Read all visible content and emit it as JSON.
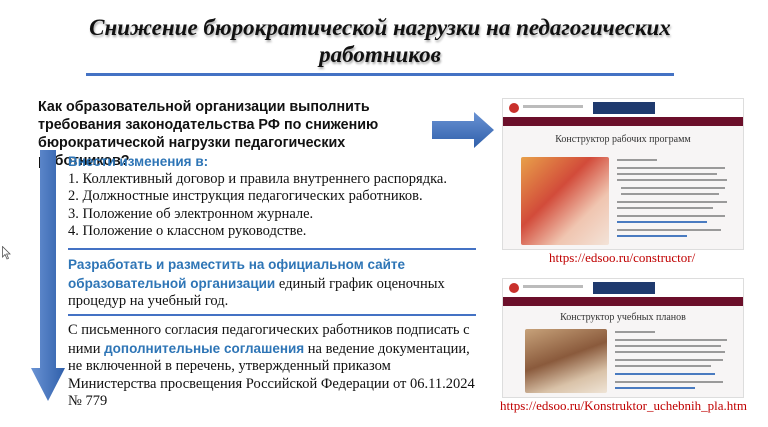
{
  "title": "Снижение бюрократической нагрузки на педагогических работников",
  "question": "Как образовательной организации выполнить требования законодательства РФ по снижению бюрократической нагрузки педагогических работников?",
  "section1": {
    "heading": "Внести изменения в:",
    "items": [
      "1. Коллективный договор и правила внутреннего распорядка.",
      "2. Должностные инструкция педагогических работников.",
      "3. Положение об электронном журнале.",
      "4. Положение о классном руководстве."
    ]
  },
  "section2": {
    "highlight": "Разработать и разместить на официальном сайте образовательной организации",
    "rest": " единый график оценочных процедур на учебный год."
  },
  "section3": {
    "part1": "С письменного согласия педагогических работников подписать с ними ",
    "highlight": "дополнительные соглашения",
    "part2": " на ведение документации, не включенной в перечень, утвержденный приказом Министерства просвещения Российской Федерации от 06.11.2024 № 779"
  },
  "screenshots": [
    {
      "heading": "Конструктор рабочих программ",
      "link": "https://edsoo.ru/constructor/"
    },
    {
      "heading": "Конструктор учебных планов",
      "link": "https://edsoo.ru/Konstruktor_uchebnih_pla.htm"
    }
  ],
  "colors": {
    "accent_blue": "#2e75b6",
    "arrow_blue": "#4472c4",
    "link_red": "#c00000",
    "site_nav": "#6b0f2a"
  }
}
